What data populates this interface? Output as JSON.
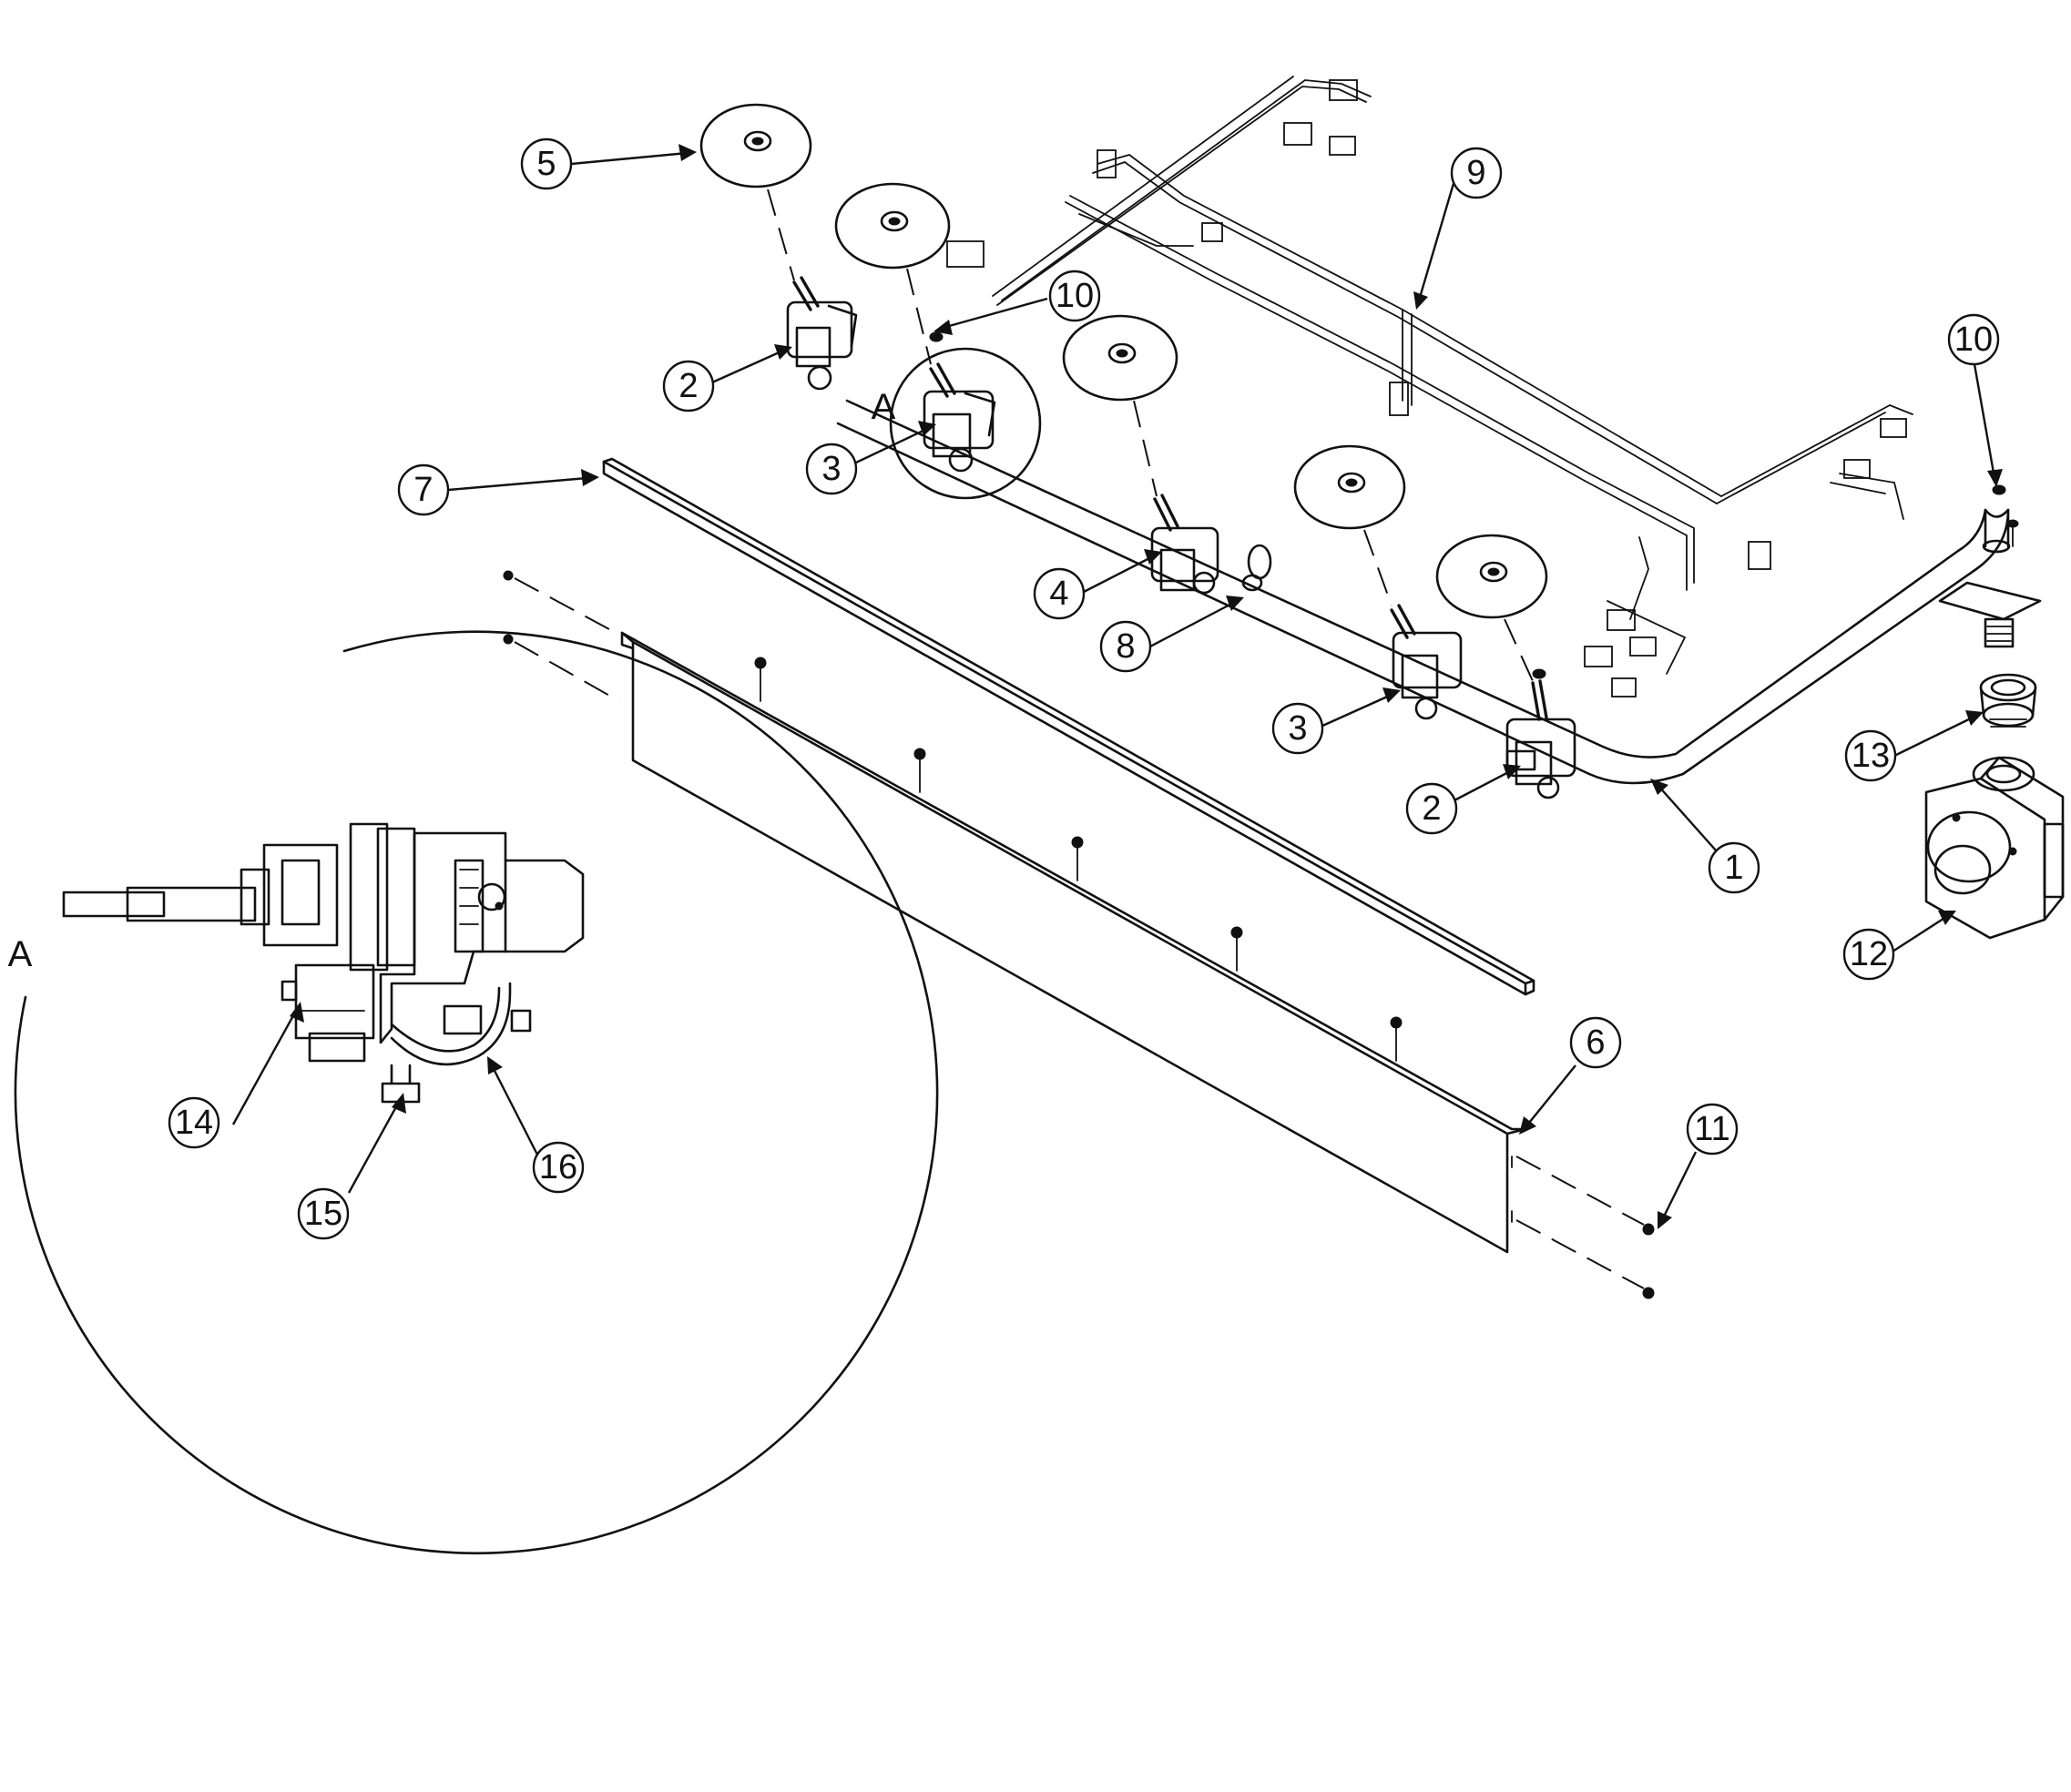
{
  "diagram": {
    "type": "exploded parts diagram",
    "detail_view": "A",
    "callouts": [
      {
        "id": "c1",
        "label": "1"
      },
      {
        "id": "c2a",
        "label": "2"
      },
      {
        "id": "c2b",
        "label": "2"
      },
      {
        "id": "c3a",
        "label": "3"
      },
      {
        "id": "c3b",
        "label": "3"
      },
      {
        "id": "c4",
        "label": "4"
      },
      {
        "id": "c5",
        "label": "5"
      },
      {
        "id": "c6",
        "label": "6"
      },
      {
        "id": "c7",
        "label": "7"
      },
      {
        "id": "c8",
        "label": "8"
      },
      {
        "id": "c9",
        "label": "9"
      },
      {
        "id": "c10a",
        "label": "10"
      },
      {
        "id": "c10b",
        "label": "10"
      },
      {
        "id": "c11",
        "label": "11"
      },
      {
        "id": "c12",
        "label": "12"
      },
      {
        "id": "c13",
        "label": "13"
      },
      {
        "id": "c14",
        "label": "14"
      },
      {
        "id": "c15",
        "label": "15"
      },
      {
        "id": "c16",
        "label": "16"
      }
    ]
  }
}
